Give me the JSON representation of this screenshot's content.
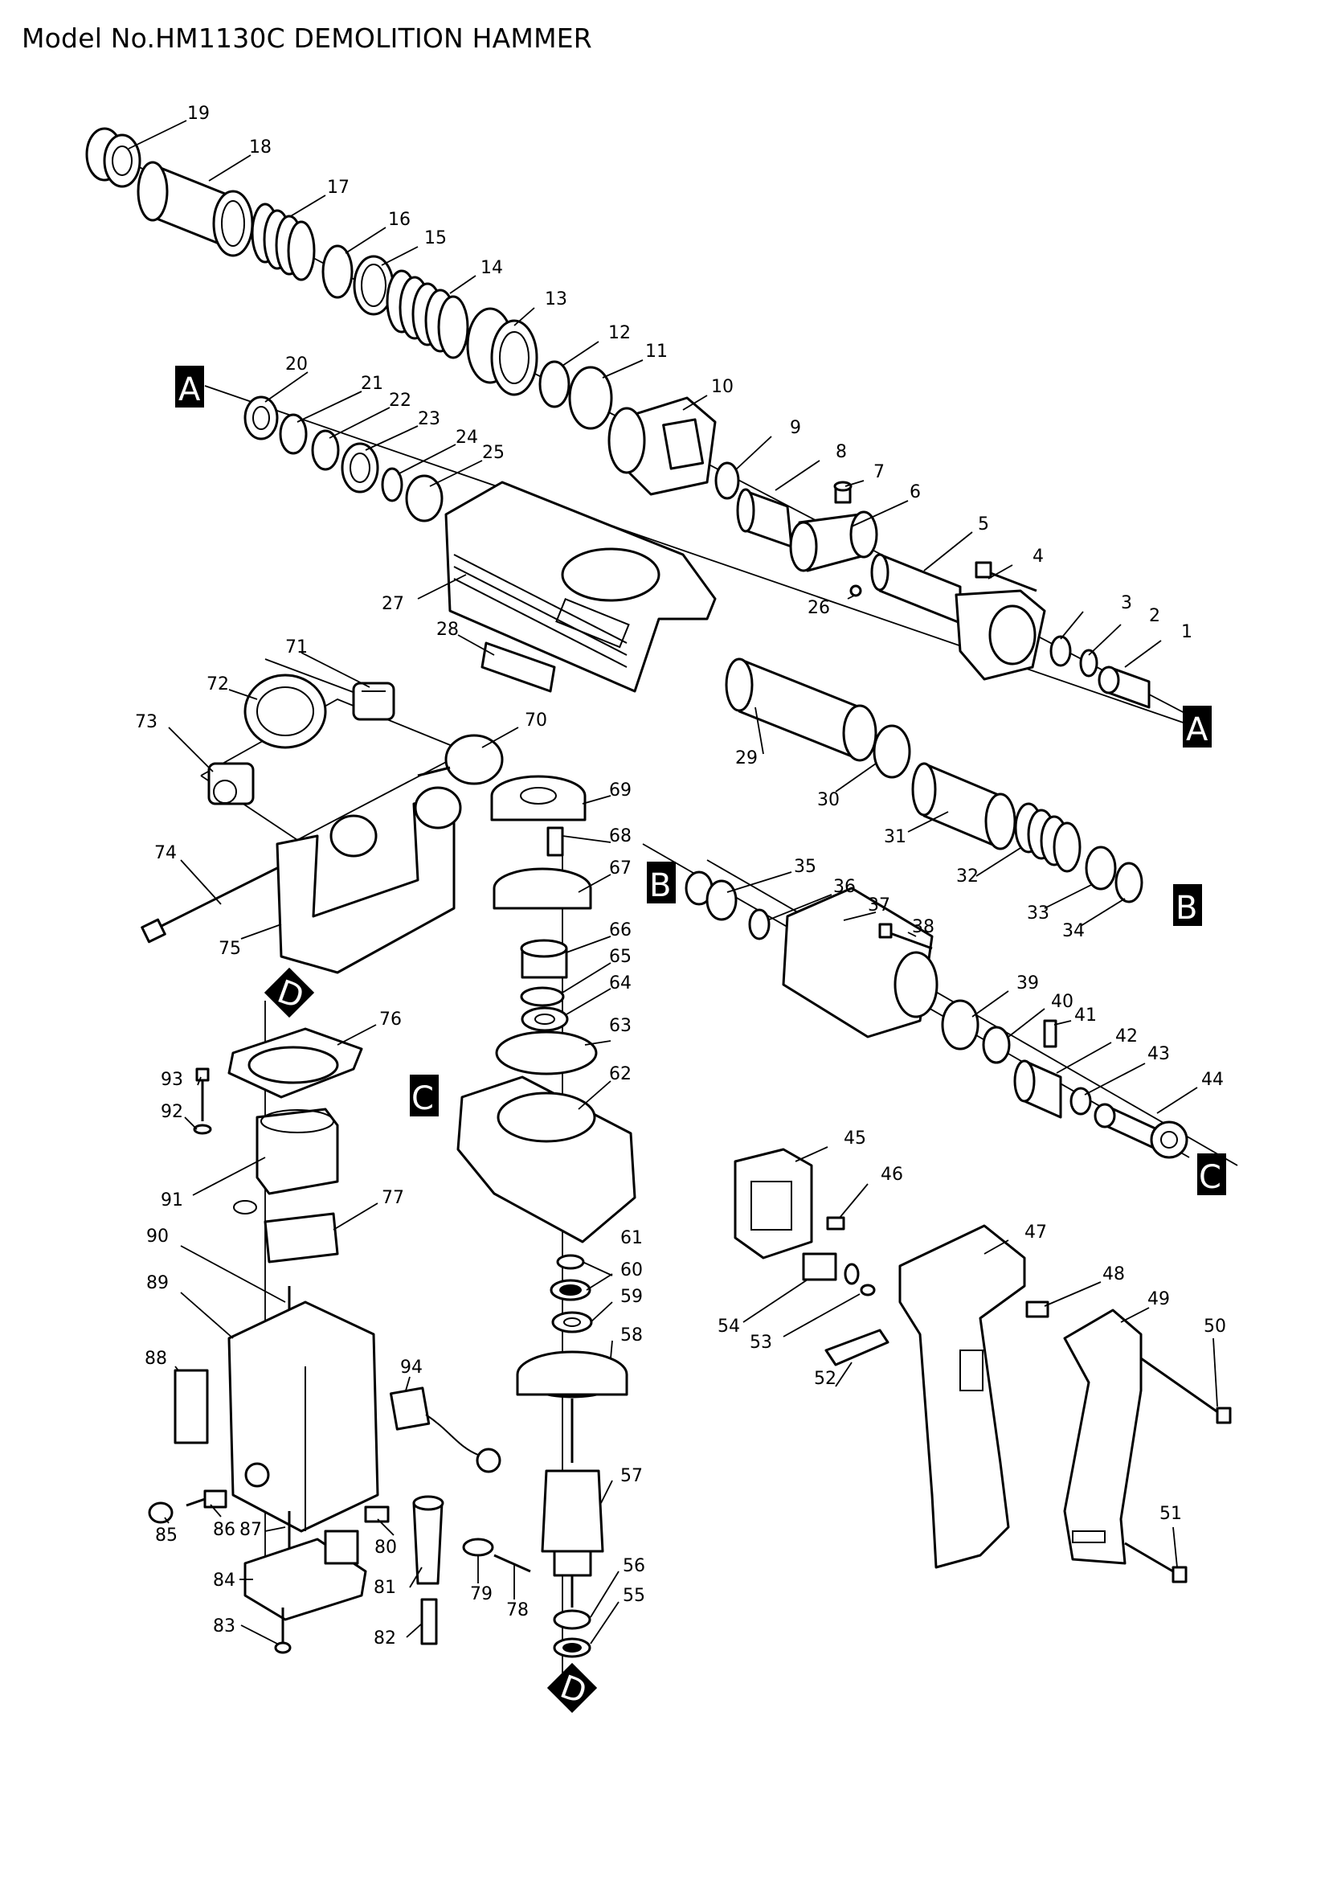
{
  "title": "Model No.HM1130C DEMOLITION HAMMER",
  "section_tags": {
    "A": "A",
    "B": "B",
    "C": "C",
    "D": "D"
  },
  "parts": [
    {
      "no": "1"
    },
    {
      "no": "2"
    },
    {
      "no": "3"
    },
    {
      "no": "4"
    },
    {
      "no": "5"
    },
    {
      "no": "6"
    },
    {
      "no": "7"
    },
    {
      "no": "8"
    },
    {
      "no": "9"
    },
    {
      "no": "10"
    },
    {
      "no": "11"
    },
    {
      "no": "12"
    },
    {
      "no": "13"
    },
    {
      "no": "14"
    },
    {
      "no": "15"
    },
    {
      "no": "16"
    },
    {
      "no": "17"
    },
    {
      "no": "18"
    },
    {
      "no": "19"
    },
    {
      "no": "20"
    },
    {
      "no": "21"
    },
    {
      "no": "22"
    },
    {
      "no": "23"
    },
    {
      "no": "24"
    },
    {
      "no": "25"
    },
    {
      "no": "26"
    },
    {
      "no": "27"
    },
    {
      "no": "28"
    },
    {
      "no": "29"
    },
    {
      "no": "30"
    },
    {
      "no": "31"
    },
    {
      "no": "32"
    },
    {
      "no": "33"
    },
    {
      "no": "34"
    },
    {
      "no": "35"
    },
    {
      "no": "36"
    },
    {
      "no": "37"
    },
    {
      "no": "38"
    },
    {
      "no": "39"
    },
    {
      "no": "40"
    },
    {
      "no": "41"
    },
    {
      "no": "42"
    },
    {
      "no": "43"
    },
    {
      "no": "44"
    },
    {
      "no": "45"
    },
    {
      "no": "46"
    },
    {
      "no": "47"
    },
    {
      "no": "48"
    },
    {
      "no": "49"
    },
    {
      "no": "50"
    },
    {
      "no": "51"
    },
    {
      "no": "52"
    },
    {
      "no": "53"
    },
    {
      "no": "54"
    },
    {
      "no": "55"
    },
    {
      "no": "56"
    },
    {
      "no": "57"
    },
    {
      "no": "58"
    },
    {
      "no": "59"
    },
    {
      "no": "60"
    },
    {
      "no": "61"
    },
    {
      "no": "62"
    },
    {
      "no": "63"
    },
    {
      "no": "64"
    },
    {
      "no": "65"
    },
    {
      "no": "66"
    },
    {
      "no": "67"
    },
    {
      "no": "68"
    },
    {
      "no": "69"
    },
    {
      "no": "70"
    },
    {
      "no": "71"
    },
    {
      "no": "72"
    },
    {
      "no": "73"
    },
    {
      "no": "74"
    },
    {
      "no": "75"
    },
    {
      "no": "76"
    },
    {
      "no": "77"
    },
    {
      "no": "78"
    },
    {
      "no": "79"
    },
    {
      "no": "80"
    },
    {
      "no": "81"
    },
    {
      "no": "82"
    },
    {
      "no": "83"
    },
    {
      "no": "84"
    },
    {
      "no": "85"
    },
    {
      "no": "86"
    },
    {
      "no": "87"
    },
    {
      "no": "88"
    },
    {
      "no": "89"
    },
    {
      "no": "90"
    },
    {
      "no": "91"
    },
    {
      "no": "92"
    },
    {
      "no": "93"
    },
    {
      "no": "94"
    }
  ]
}
